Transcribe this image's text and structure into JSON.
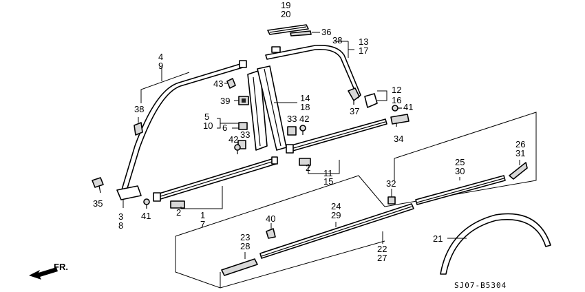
{
  "diagram_code": "SJ07-B5304",
  "direction_label": "FR.",
  "callouts": {
    "c19": "19",
    "c20": "20",
    "c36": "36",
    "c38a": "38",
    "c13": "13",
    "c17": "17",
    "c4": "4",
    "c9": "9",
    "c43": "43",
    "c38b": "38",
    "c39": "39",
    "c14": "14",
    "c18": "18",
    "c12": "12",
    "c16": "16",
    "c41a": "41",
    "c37": "37",
    "c5": "5",
    "c10": "10",
    "c6": "6",
    "c33a": "33",
    "c42a": "42",
    "c33b": "33",
    "c42b": "42",
    "c34": "34",
    "c26": "26",
    "c31": "31",
    "c25": "25",
    "c30": "30",
    "c2a": "2",
    "c11": "11",
    "c15": "15",
    "c32": "32",
    "c35": "35",
    "c3": "3",
    "c8": "8",
    "c41b": "41",
    "c2b": "2",
    "c1": "1",
    "c7": "7",
    "c40": "40",
    "c24": "24",
    "c29": "29",
    "c23": "23",
    "c28": "28",
    "c22": "22",
    "c27": "27",
    "c21": "21"
  }
}
